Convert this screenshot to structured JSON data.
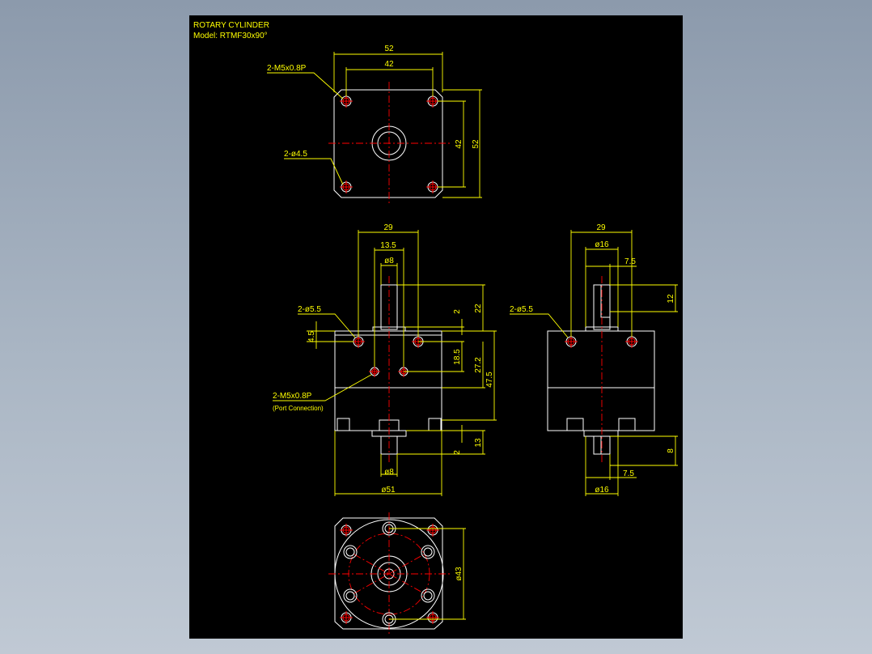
{
  "title": {
    "line1": "ROTARY CYLINDER",
    "line2": "Model: RTMF30x90°"
  },
  "top_view": {
    "dim_width_outer": "52",
    "dim_width_inner": "42",
    "dim_height_inner": "42",
    "dim_height_outer": "52",
    "label_thread": "2-M5x0.8P",
    "label_hole": "2-ø4.5"
  },
  "front_view": {
    "dim_29": "29",
    "dim_13_5": "13.5",
    "dim_d8_top": "ø8",
    "dim_2_top": "2",
    "dim_22": "22",
    "dim_18_5": "18.5",
    "dim_27_2": "27.2",
    "dim_47_5": "47.5",
    "dim_4_5": "4.5",
    "dim_2_bottom": "2",
    "dim_13": "13",
    "dim_d8_bottom": "ø8",
    "dim_d51": "ø51",
    "label_holes": "2-ø5.5",
    "label_port": "2-M5x0.8P",
    "label_port_note": "(Port Connection)"
  },
  "side_view": {
    "dim_29": "29",
    "dim_d16_top": "ø16",
    "dim_7_5_top": "7.5",
    "dim_12": "12",
    "dim_8": "8",
    "dim_7_5_bottom": "7.5",
    "dim_d16_bottom": "ø16",
    "label_holes": "2-ø5.5"
  },
  "bottom_view": {
    "dim_d43": "ø43"
  },
  "colors": {
    "background": "#8c9aac",
    "sheet": "#000000",
    "outline": "#ffffff",
    "dimension": "#ffff00",
    "centerline": "#ff0000"
  }
}
